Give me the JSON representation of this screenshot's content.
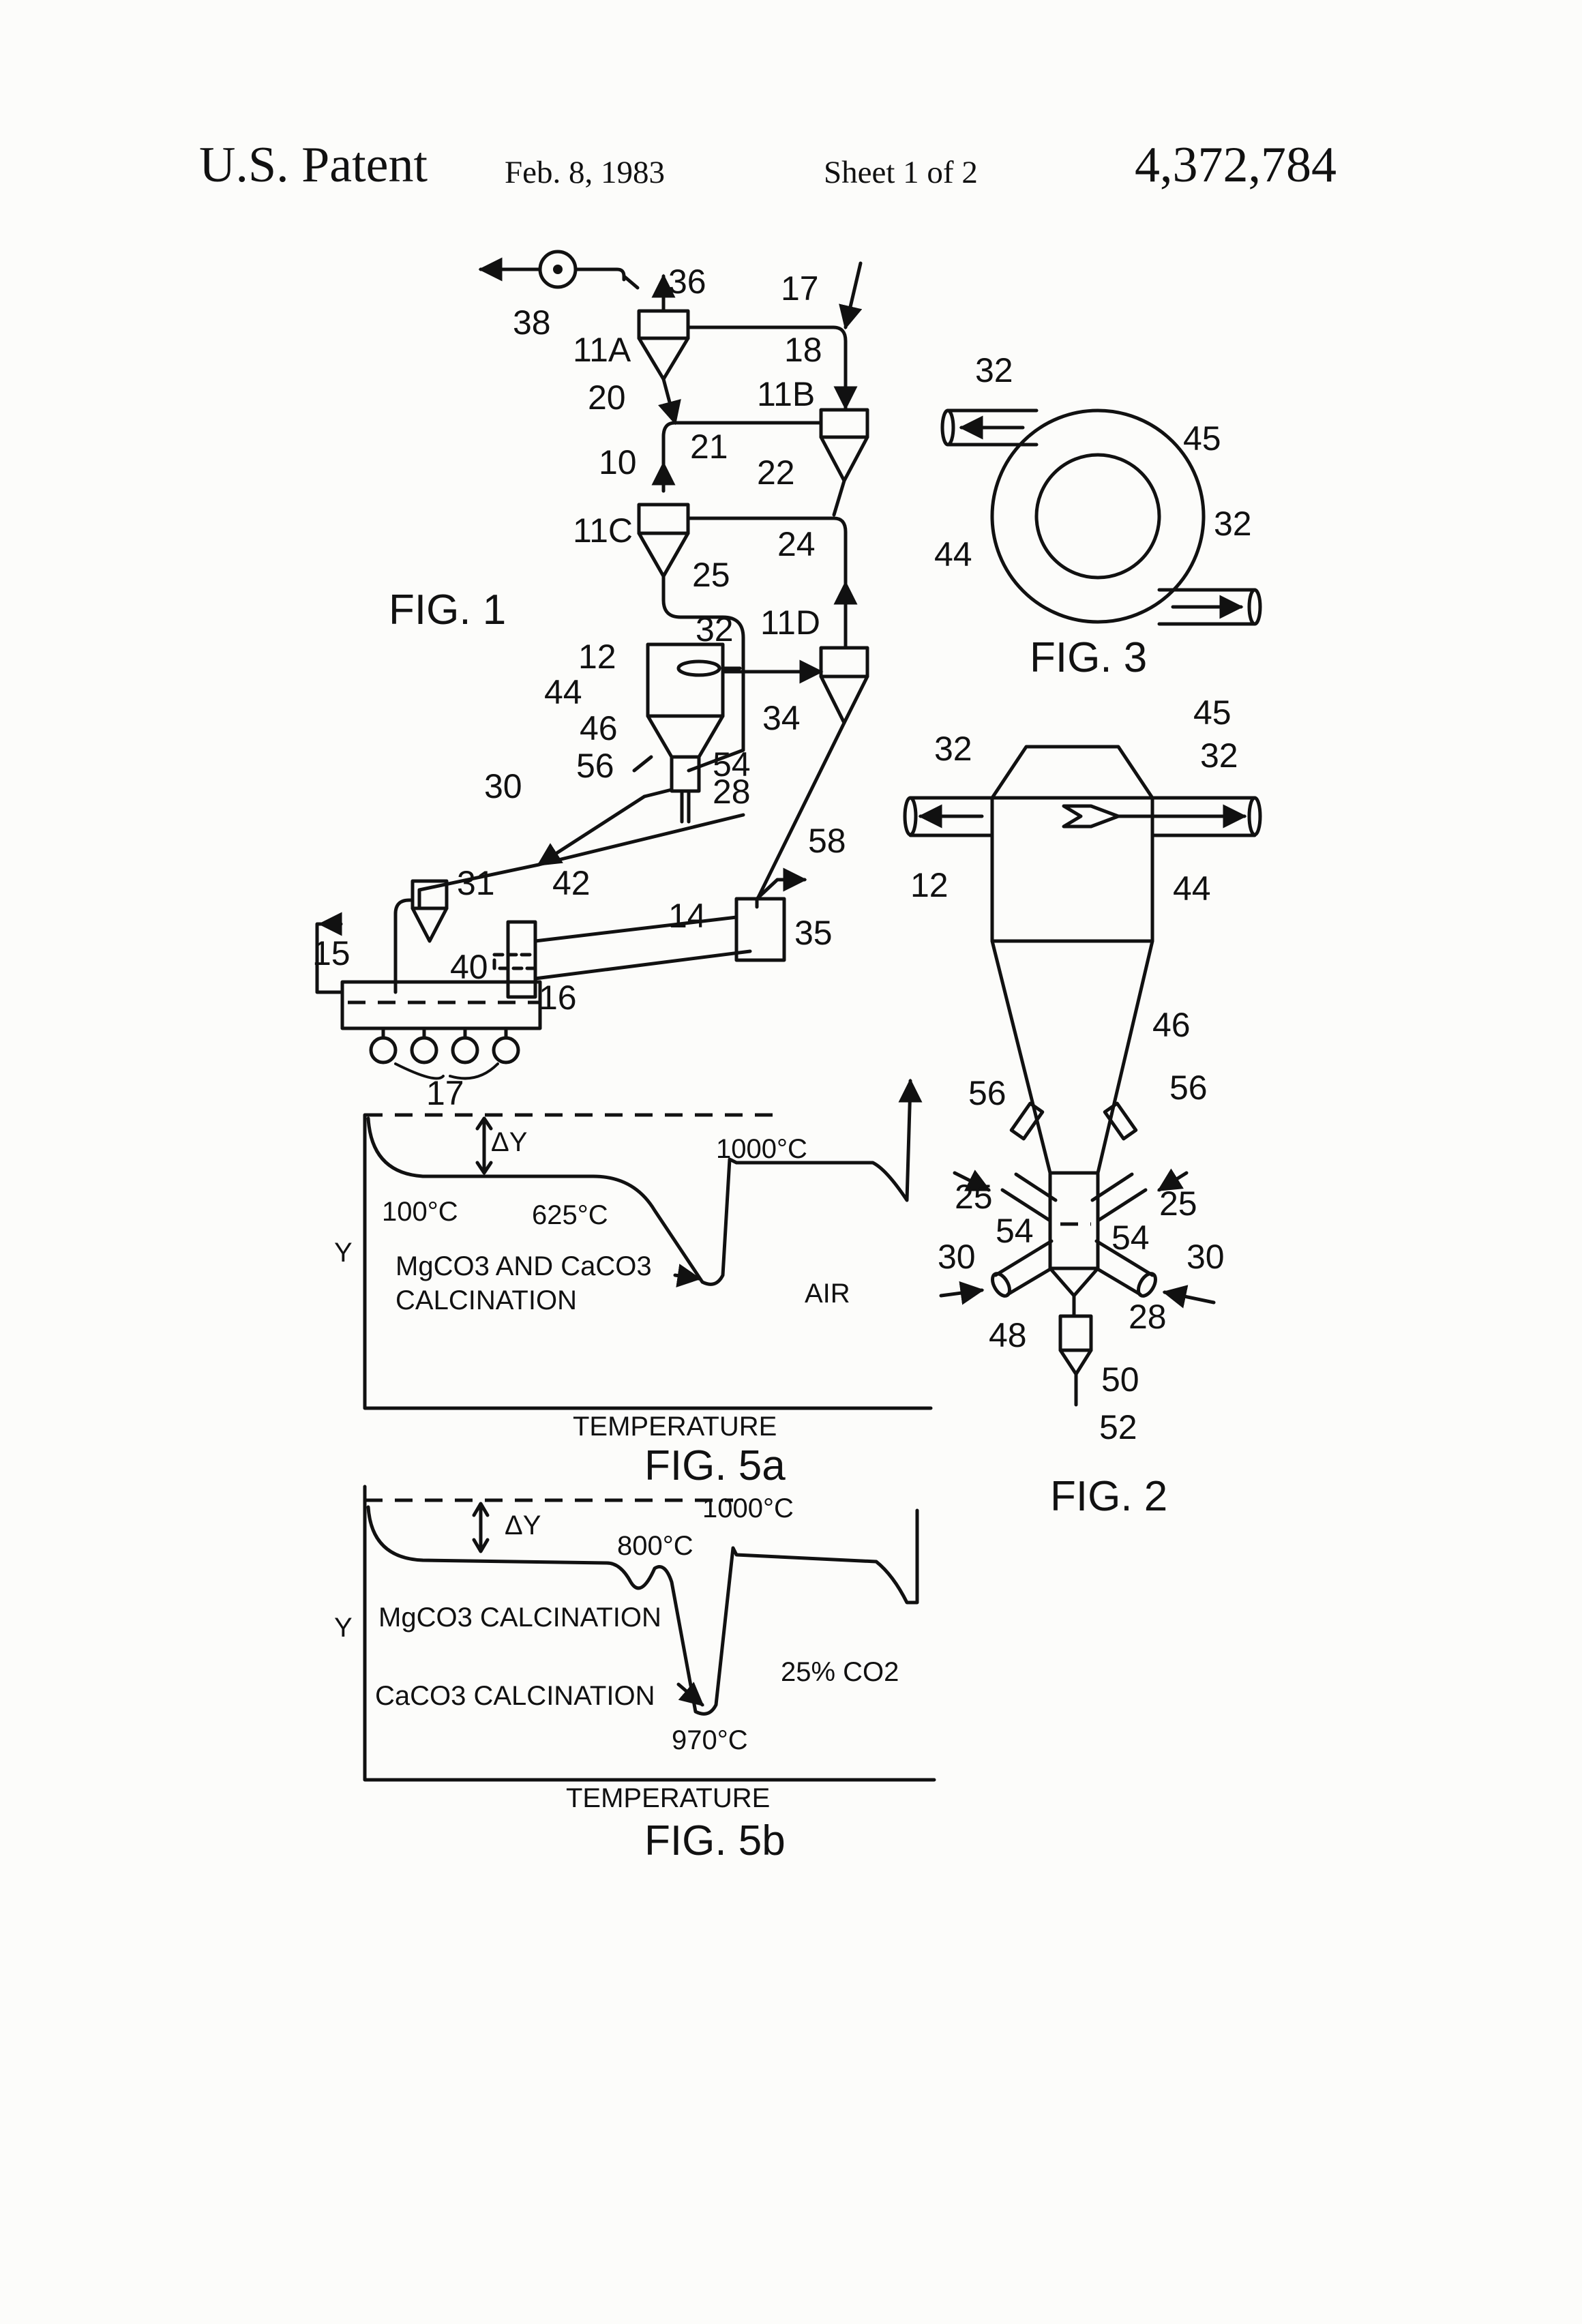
{
  "header": {
    "left": "U.S. Patent",
    "date": "Feb. 8, 1983",
    "sheet": "Sheet 1 of 2",
    "number": "4,372,784"
  },
  "fig1": {
    "caption": "FIG. 1",
    "labels": {
      "n10": "10",
      "n11A": "11A",
      "n11B": "11B",
      "n11C": "11C",
      "n11D": "11D",
      "n12": "12",
      "n14": "14",
      "n15": "15",
      "n16": "16",
      "n17a": "17",
      "n17b": "17",
      "n18": "18",
      "n20": "20",
      "n21": "21",
      "n22": "22",
      "n24": "24",
      "n25": "25",
      "n28": "28",
      "n30": "30",
      "n31": "31",
      "n32": "32",
      "n34": "34",
      "n35": "35",
      "n36": "36",
      "n38": "38",
      "n40": "40",
      "n42": "42",
      "n44": "44",
      "n46": "46",
      "n54": "54",
      "n56": "56",
      "n58": "58"
    }
  },
  "fig2": {
    "caption": "FIG. 2",
    "labels": {
      "n45": "45",
      "n32a": "32",
      "n32b": "32",
      "n12": "12",
      "n44": "44",
      "n46": "46",
      "n56a": "56",
      "n56b": "56",
      "n25a": "25",
      "n25b": "25",
      "n54a": "54",
      "n54b": "54",
      "n30a": "30",
      "n30b": "30",
      "n28": "28",
      "n48": "48",
      "n50": "50",
      "n52": "52"
    }
  },
  "fig3": {
    "caption": "FIG. 3",
    "labels": {
      "n32a": "32",
      "n32b": "32",
      "n45": "45",
      "n44": "44"
    }
  },
  "fig5a": {
    "caption": "FIG. 5a",
    "y_label": "Y",
    "x_label": "TEMPERATURE",
    "delta": "ΔY",
    "t100": "100°C",
    "t625": "625°C",
    "t1000": "1000°C",
    "ann1": "MgCO3 AND CaCO3",
    "ann2": "CALCINATION",
    "atm": "AIR"
  },
  "fig5b": {
    "caption": "FIG. 5b",
    "y_label": "Y",
    "x_label": "TEMPERATURE",
    "delta": "ΔY",
    "t800": "800°C",
    "t1000": "1000°C",
    "t970": "970°C",
    "ann1": "MgCO3 CALCINATION",
    "ann2": "CaCO3 CALCINATION",
    "atm": "25% CO2"
  }
}
